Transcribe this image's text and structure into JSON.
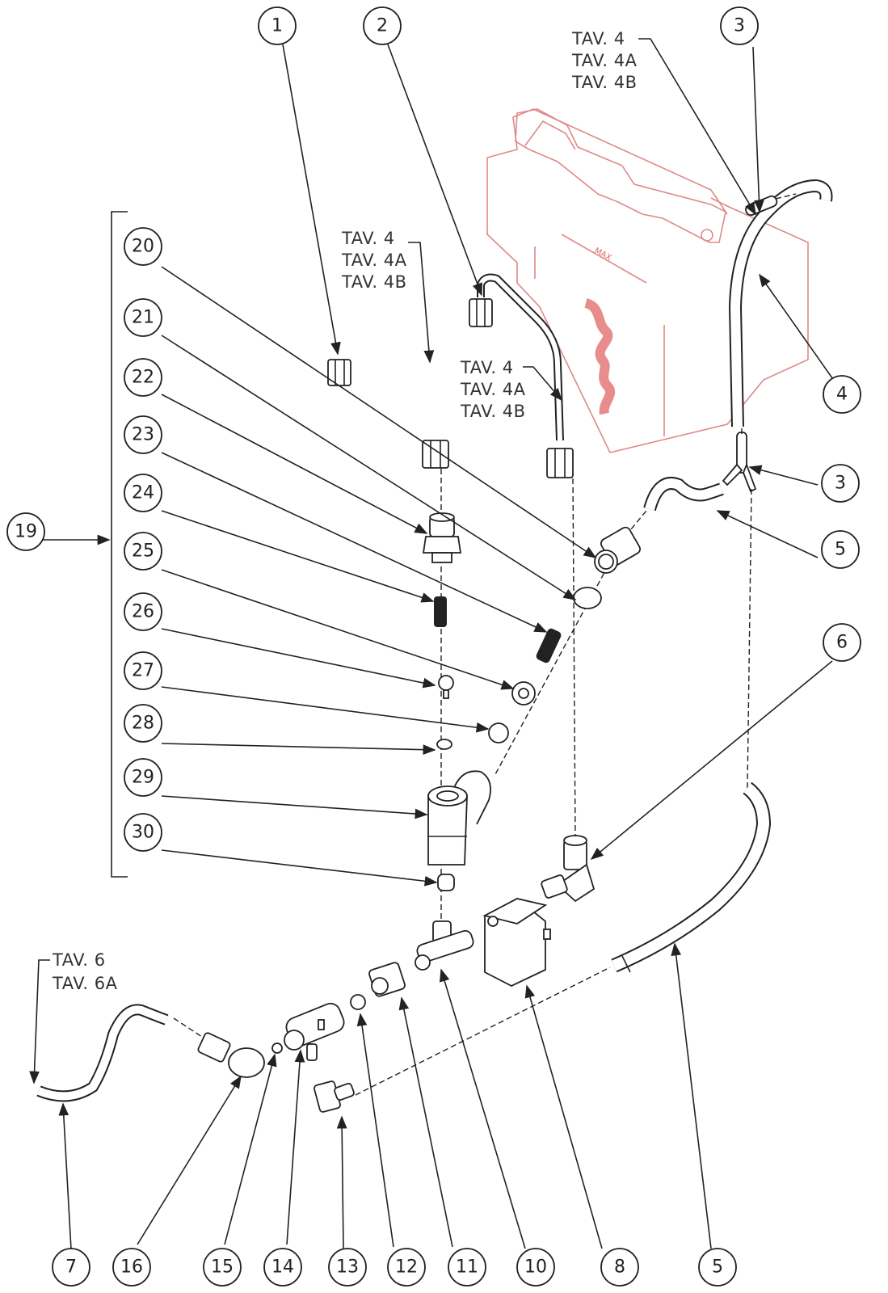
{
  "diagram": {
    "type": "exploded parts diagram",
    "tank_color": "#e08888",
    "line_color": "#222222",
    "callouts": [
      {
        "id": "c1",
        "label": "1"
      },
      {
        "id": "c2",
        "label": "2"
      },
      {
        "id": "c3a",
        "label": "3"
      },
      {
        "id": "c3b",
        "label": "3"
      },
      {
        "id": "c4",
        "label": "4"
      },
      {
        "id": "c5a",
        "label": "5"
      },
      {
        "id": "c6",
        "label": "6"
      },
      {
        "id": "c19",
        "label": "19"
      },
      {
        "id": "c20",
        "label": "20"
      },
      {
        "id": "c21",
        "label": "21"
      },
      {
        "id": "c22",
        "label": "22"
      },
      {
        "id": "c23",
        "label": "23"
      },
      {
        "id": "c24",
        "label": "24"
      },
      {
        "id": "c25",
        "label": "25"
      },
      {
        "id": "c26",
        "label": "26"
      },
      {
        "id": "c27",
        "label": "27"
      },
      {
        "id": "c28",
        "label": "28"
      },
      {
        "id": "c29",
        "label": "29"
      },
      {
        "id": "c30",
        "label": "30"
      },
      {
        "id": "c7",
        "label": "7"
      },
      {
        "id": "c16",
        "label": "16"
      },
      {
        "id": "c15",
        "label": "15"
      },
      {
        "id": "c14",
        "label": "14"
      },
      {
        "id": "c13",
        "label": "13"
      },
      {
        "id": "c12",
        "label": "12"
      },
      {
        "id": "c11",
        "label": "11"
      },
      {
        "id": "c10",
        "label": "10"
      },
      {
        "id": "c8",
        "label": "8"
      },
      {
        "id": "c5b",
        "label": "5"
      }
    ],
    "references": {
      "top_right": [
        "TAV. 4",
        "TAV. 4A",
        "TAV. 4B"
      ],
      "mid_left": [
        "TAV. 4",
        "TAV. 4A",
        "TAV. 4B"
      ],
      "mid_right": [
        "TAV. 4",
        "TAV. 4A",
        "TAV. 4B"
      ],
      "bottom_left": [
        "TAV. 6",
        "TAV. 6A"
      ]
    }
  }
}
